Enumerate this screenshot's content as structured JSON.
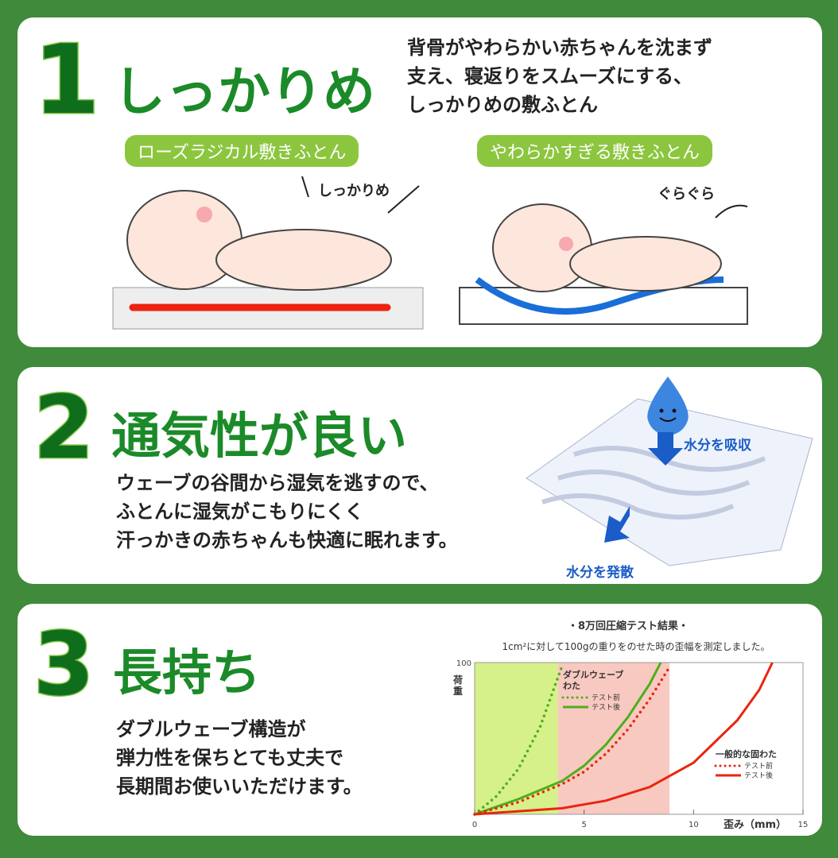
{
  "section1": {
    "number": "1",
    "title": "しっかりめ",
    "description": [
      "背骨がやわらかい赤ちゃんを沈まず",
      "支え、寝返りをスムーズにする、",
      "しっかりめの敷ふとん"
    ],
    "left_label": "ローズラジカル敷きふとん",
    "left_callout": "しっかりめ",
    "right_label": "やわらかすぎる敷きふとん",
    "right_callout": "ぐらぐら"
  },
  "section2": {
    "number": "2",
    "title": "通気性が良い",
    "description": [
      "ウェーブの谷間から湿気を逃すので、",
      "ふとんに湿気がこもりにくく",
      "汗っかきの赤ちゃんも快適に眠れます。"
    ],
    "absorb_label": "水分を吸収",
    "release_label": "水分を発散"
  },
  "section3": {
    "number": "3",
    "title": "長持ち",
    "description": [
      "ダブルウェーブ構造が",
      "弾力性を保ちとても丈夫で",
      "長期間お使いいただけます。"
    ]
  },
  "colors": {
    "background": "#3f8a3b",
    "heading": "#1b8a28",
    "pill": "#8cc63f",
    "green_series": "#4caf1a",
    "red_series": "#e8260f"
  },
  "chart_data": {
    "type": "line",
    "title": "・8万回圧縮テスト結果・",
    "subtitle": "1cm²に対して100gの重りをのせた時の歪幅を測定しました。",
    "xlabel": "歪み（mm）",
    "ylabel": "荷重",
    "xlim": [
      0,
      15
    ],
    "ylim": [
      0,
      100
    ],
    "xticks": [
      "0",
      "5",
      "10",
      "15"
    ],
    "yticks": [
      "100"
    ],
    "shaded_regions": [
      {
        "from": 0,
        "to": 3.8,
        "color": "#d6f08a"
      },
      {
        "from": 3.8,
        "to": 8.9,
        "color": "#f8c9c0"
      }
    ],
    "legend_groups": [
      {
        "title": "ダブルウェーブ\nわた",
        "title_lines": [
          "ダブルウェーブ",
          "わた"
        ],
        "placement": "top-center"
      },
      {
        "title": "一般的な固わた",
        "title_lines": [
          "一般的な固わた"
        ],
        "placement": "right"
      }
    ],
    "series": [
      {
        "group": 0,
        "name": "テスト前",
        "style": "dotted",
        "color": "#4caf1a",
        "x": [
          0,
          1,
          2,
          3,
          3.5,
          4
        ],
        "y": [
          0,
          12,
          30,
          58,
          78,
          98
        ]
      },
      {
        "group": 0,
        "name": "テスト後",
        "style": "solid",
        "color": "#4caf1a",
        "x": [
          0,
          2,
          4,
          5,
          6,
          7,
          8,
          8.5
        ],
        "y": [
          0,
          10,
          22,
          32,
          46,
          64,
          86,
          100
        ]
      },
      {
        "group": 1,
        "name": "テスト前",
        "style": "dotted",
        "color": "#e8260f",
        "x": [
          0,
          2,
          4,
          5,
          6,
          7,
          8,
          8.6,
          8.9
        ],
        "y": [
          0,
          8,
          20,
          28,
          40,
          56,
          76,
          90,
          97
        ]
      },
      {
        "group": 1,
        "name": "テスト後",
        "style": "solid",
        "color": "#e8260f",
        "x": [
          0,
          4,
          6,
          8,
          10,
          12,
          13,
          13.6
        ],
        "y": [
          0,
          4,
          9,
          18,
          34,
          62,
          82,
          100
        ]
      }
    ]
  }
}
